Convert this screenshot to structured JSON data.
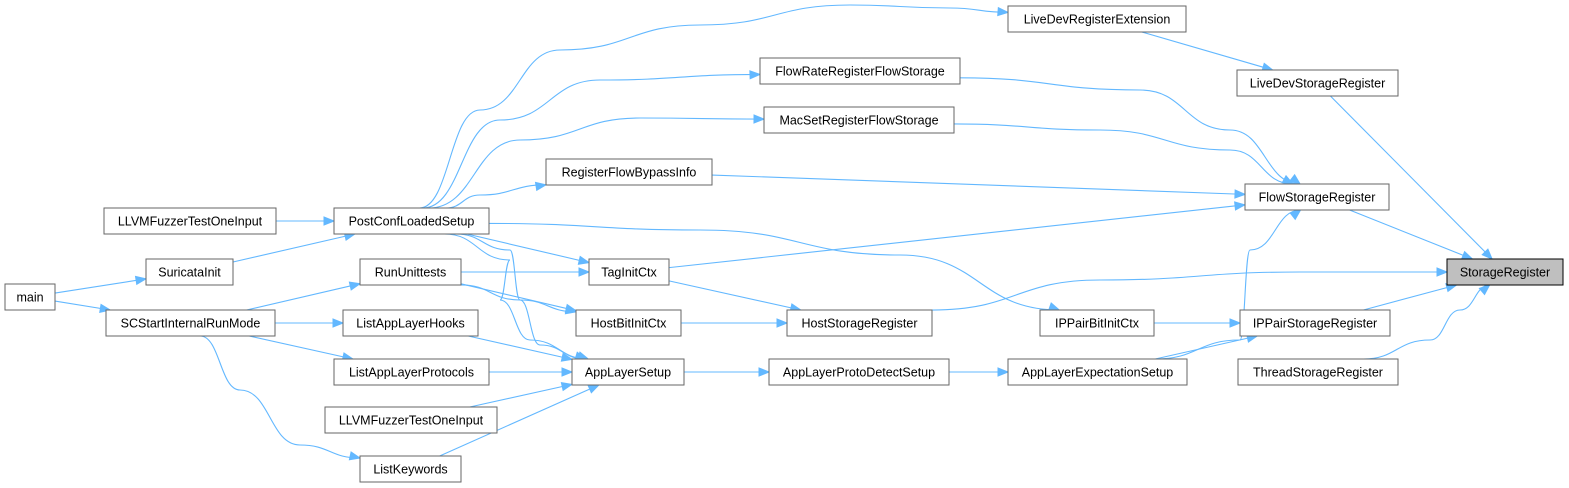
{
  "graph": {
    "nodes": [
      {
        "id": "storage_register",
        "label": "StorageRegister",
        "root": true
      },
      {
        "id": "flow_storage_register",
        "label": "FlowStorageRegister"
      },
      {
        "id": "livedev_storage_register",
        "label": "LiveDevStorageRegister"
      },
      {
        "id": "ippair_storage_register",
        "label": "IPPairStorageRegister"
      },
      {
        "id": "thread_storage_register",
        "label": "ThreadStorageRegister"
      },
      {
        "id": "host_storage_register",
        "label": "HostStorageRegister"
      },
      {
        "id": "livedev_register_extension",
        "label": "LiveDevRegisterExtension"
      },
      {
        "id": "flowrate_register_flow_storage",
        "label": "FlowRateRegisterFlowStorage"
      },
      {
        "id": "macset_register_flow_storage",
        "label": "MacSetRegisterFlowStorage"
      },
      {
        "id": "register_flow_bypass_info",
        "label": "RegisterFlowBypassInfo"
      },
      {
        "id": "tag_init_ctx",
        "label": "TagInitCtx"
      },
      {
        "id": "ippair_bit_init_ctx",
        "label": "IPPairBitInitCtx"
      },
      {
        "id": "applayer_expectation_setup",
        "label": "AppLayerExpectationSetup"
      },
      {
        "id": "hostbit_init_ctx",
        "label": "HostBitInitCtx"
      },
      {
        "id": "applayer_proto_detect_setup",
        "label": "AppLayerProtoDetectSetup"
      },
      {
        "id": "postconf_loaded_setup",
        "label": "PostConfLoadedSetup"
      },
      {
        "id": "run_unittests",
        "label": "RunUnittests"
      },
      {
        "id": "applayer_setup",
        "label": "AppLayerSetup"
      },
      {
        "id": "list_applayer_hooks",
        "label": "ListAppLayerHooks"
      },
      {
        "id": "list_applayer_protocols",
        "label": "ListAppLayerProtocols"
      },
      {
        "id": "llvm_fuzzer_2",
        "label": "LLVMFuzzerTestOneInput"
      },
      {
        "id": "list_keywords",
        "label": "ListKeywords"
      },
      {
        "id": "llvm_fuzzer_1",
        "label": "LLVMFuzzerTestOneInput"
      },
      {
        "id": "suricata_init",
        "label": "SuricataInit"
      },
      {
        "id": "sc_start_internal_runmode",
        "label": "SCStartInternalRunMode"
      },
      {
        "id": "main",
        "label": "main"
      }
    ],
    "edges": [
      [
        "flow_storage_register",
        "storage_register"
      ],
      [
        "livedev_storage_register",
        "storage_register"
      ],
      [
        "ippair_storage_register",
        "storage_register"
      ],
      [
        "thread_storage_register",
        "storage_register"
      ],
      [
        "host_storage_register",
        "storage_register"
      ],
      [
        "livedev_register_extension",
        "livedev_storage_register"
      ],
      [
        "flowrate_register_flow_storage",
        "flow_storage_register"
      ],
      [
        "macset_register_flow_storage",
        "flow_storage_register"
      ],
      [
        "register_flow_bypass_info",
        "flow_storage_register"
      ],
      [
        "tag_init_ctx",
        "flow_storage_register"
      ],
      [
        "applayer_expectation_setup",
        "flow_storage_register"
      ],
      [
        "ippair_bit_init_ctx",
        "ippair_storage_register"
      ],
      [
        "applayer_expectation_setup",
        "ippair_storage_register"
      ],
      [
        "tag_init_ctx",
        "host_storage_register"
      ],
      [
        "hostbit_init_ctx",
        "host_storage_register"
      ],
      [
        "applayer_proto_detect_setup",
        "applayer_expectation_setup"
      ],
      [
        "applayer_setup",
        "applayer_proto_detect_setup"
      ],
      [
        "postconf_loaded_setup",
        "livedev_register_extension"
      ],
      [
        "postconf_loaded_setup",
        "flowrate_register_flow_storage"
      ],
      [
        "postconf_loaded_setup",
        "macset_register_flow_storage"
      ],
      [
        "postconf_loaded_setup",
        "register_flow_bypass_info"
      ],
      [
        "postconf_loaded_setup",
        "tag_init_ctx"
      ],
      [
        "postconf_loaded_setup",
        "ippair_bit_init_ctx"
      ],
      [
        "postconf_loaded_setup",
        "hostbit_init_ctx"
      ],
      [
        "postconf_loaded_setup",
        "applayer_setup"
      ],
      [
        "run_unittests",
        "tag_init_ctx"
      ],
      [
        "run_unittests",
        "hostbit_init_ctx"
      ],
      [
        "run_unittests",
        "applayer_setup"
      ],
      [
        "list_applayer_hooks",
        "applayer_setup"
      ],
      [
        "list_applayer_protocols",
        "applayer_setup"
      ],
      [
        "llvm_fuzzer_2",
        "applayer_setup"
      ],
      [
        "list_keywords",
        "applayer_setup"
      ],
      [
        "llvm_fuzzer_1",
        "postconf_loaded_setup"
      ],
      [
        "suricata_init",
        "postconf_loaded_setup"
      ],
      [
        "sc_start_internal_runmode",
        "run_unittests"
      ],
      [
        "sc_start_internal_runmode",
        "list_applayer_hooks"
      ],
      [
        "sc_start_internal_runmode",
        "list_applayer_protocols"
      ],
      [
        "sc_start_internal_runmode",
        "list_keywords"
      ],
      [
        "main",
        "suricata_init"
      ],
      [
        "main",
        "sc_start_internal_runmode"
      ]
    ],
    "colors": {
      "edge": "#63b8ff",
      "node_border": "#666666",
      "root_fill": "#bfbfbf",
      "root_border": "#000000"
    }
  }
}
